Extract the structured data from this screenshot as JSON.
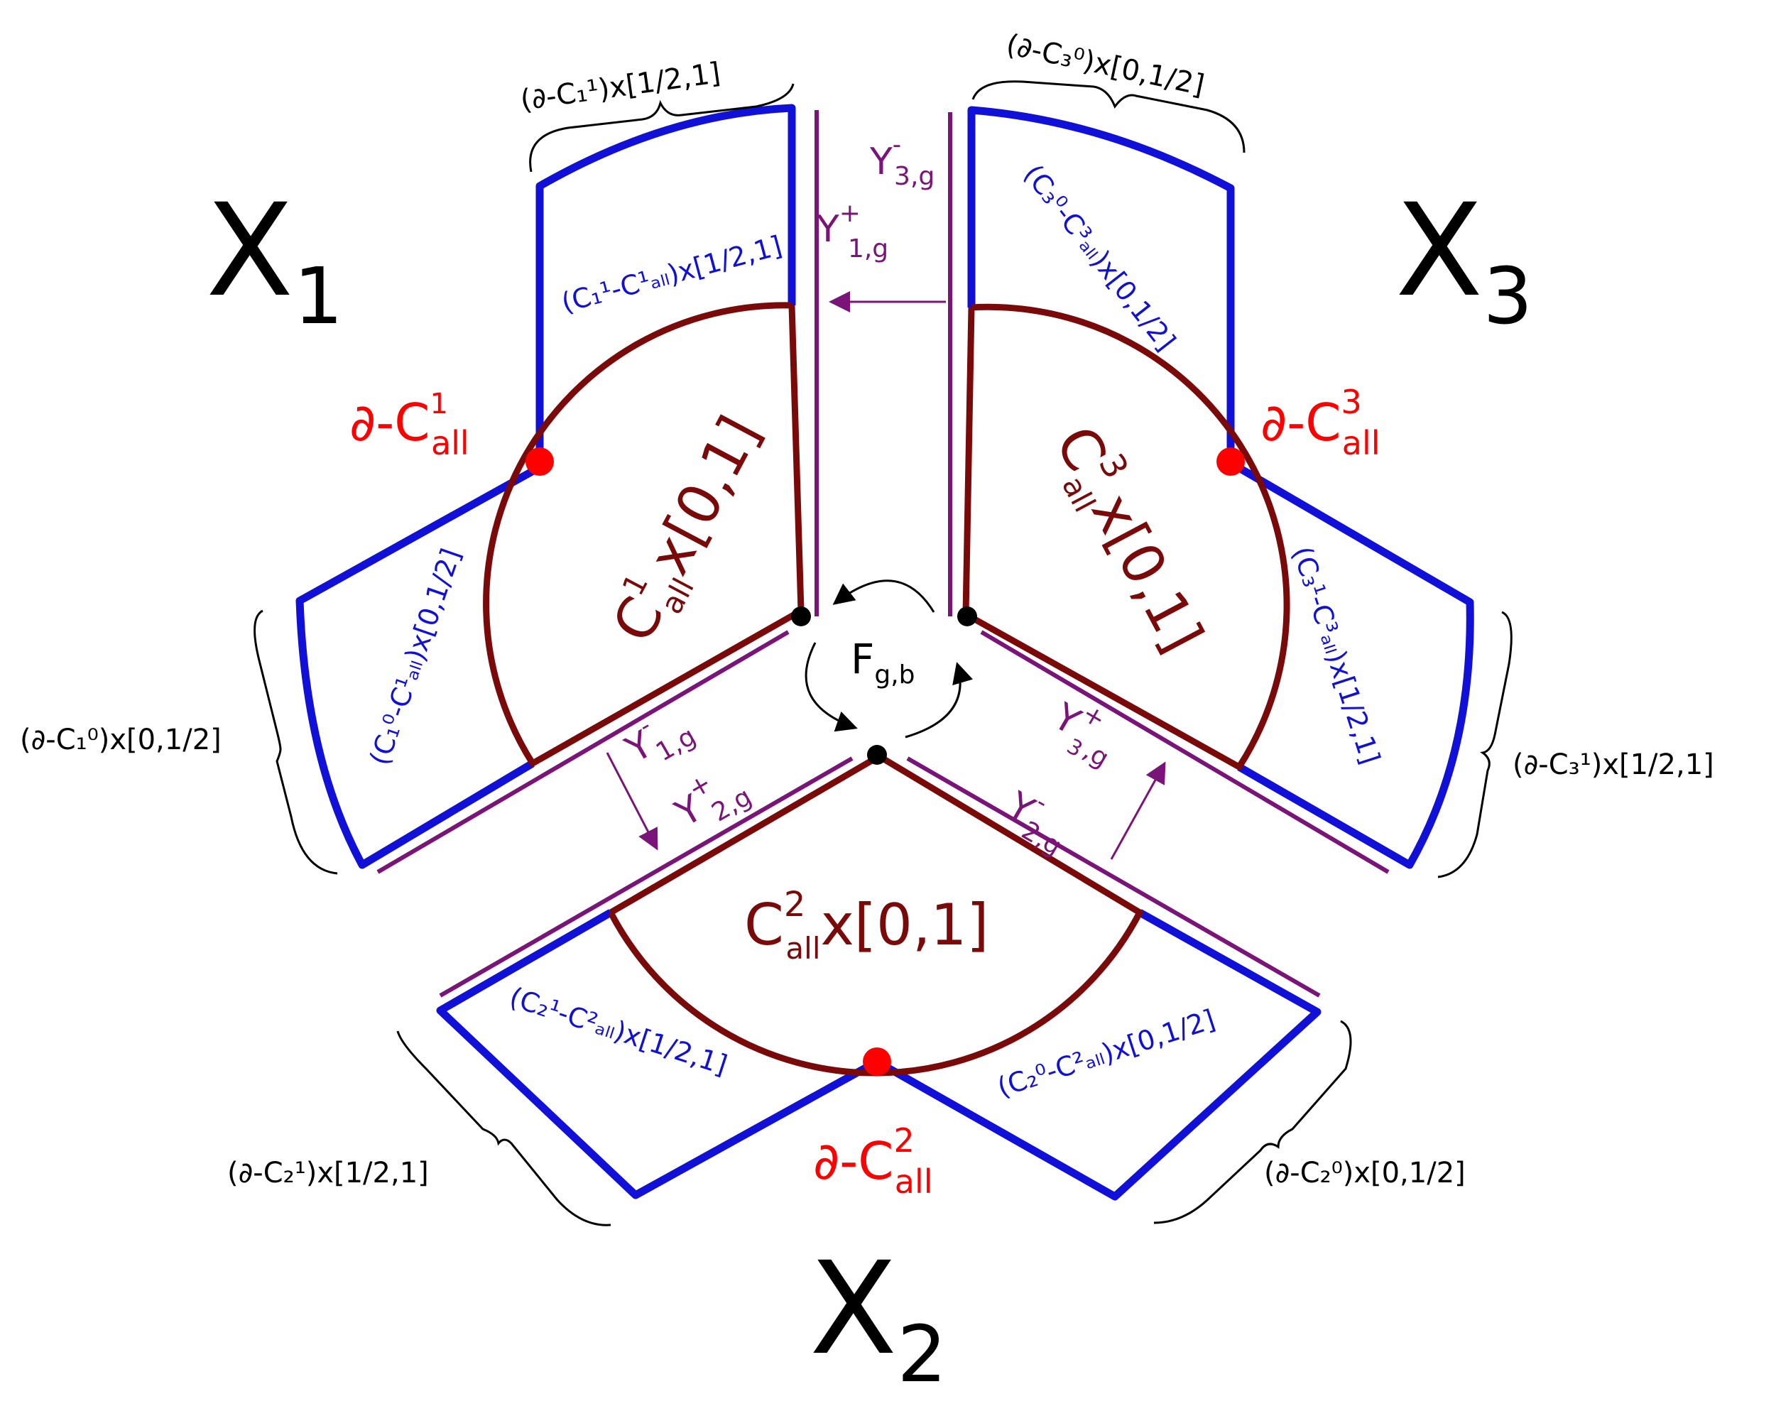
{
  "regions": {
    "x1": {
      "main": "X",
      "sub": "1"
    },
    "x2": {
      "main": "X",
      "sub": "2"
    },
    "x3": {
      "main": "X",
      "sub": "3"
    }
  },
  "cylinders": {
    "c1": "C",
    "c1_sup": "1",
    "c1_sub": "all",
    "c1_rest": "x[0,1]",
    "c2": "C",
    "c2_sup": "2",
    "c2_sub": "all",
    "c2_rest": "x[0,1]",
    "c3": "C",
    "c3_sup": "3",
    "c3_sub": "all",
    "c3_rest": "x[0,1]"
  },
  "boundary_points": {
    "p1": "∂-C",
    "p1_sup": "1",
    "p1_sub": "all",
    "p2": "∂-C",
    "p2_sup": "2",
    "p2_sub": "all",
    "p3": "∂-C",
    "p3_sup": "3",
    "p3_sub": "all"
  },
  "center": {
    "label": "F",
    "sub": "g,b"
  },
  "y_labels": {
    "y3m": "Y",
    "y3m_sup": "-",
    "y3m_sub": "3,g",
    "y1p": "Y",
    "y1p_sup": "+",
    "y1p_sub": "1,g",
    "y1m": "Y",
    "y1m_sup": "-",
    "y1m_sub": "1,g",
    "y2p": "Y",
    "y2p_sup": "+",
    "y2p_sub": "2,g",
    "y2m": "Y",
    "y2m_sup": "-",
    "y2m_sub": "2,g",
    "y3p": "Y",
    "y3p_sup": "+",
    "y3p_sub": ",g",
    "y3p_sup_sub": "3"
  },
  "blue_labels": {
    "b1top": "(C₁¹-C¹ₐₗₗ)x[1/2,1]",
    "b1left": "(C₁⁰-C¹ₐₗₗ)x[0,1/2]",
    "b3top": "(C₃⁰-C³ₐₗₗ)x[0,1/2]",
    "b3right": "(C₃¹-C³ₐₗₗ)x[1/2,1]",
    "b2left": "(C₂¹-C²ₐₗₗ)x[1/2,1]",
    "b2right": "(C₂⁰-C²ₐₗₗ)x[0,1/2]"
  },
  "brace_labels": {
    "t1": "(∂-C₁¹)x[1/2,1]",
    "t3": "(∂-C₃⁰)x[0,1/2]",
    "l1": "(∂-C₁⁰)x[0,1/2]",
    "r3": "(∂-C₃¹)x[1/2,1]",
    "b2l": "(∂-C₂¹)x[1/2,1]",
    "b2r": "(∂-C₂⁰)x[0,1/2]"
  },
  "colors": {
    "blue": "#1010d8",
    "maroon": "#7a0a0a",
    "purple": "#7a1478",
    "red": "#ff0000"
  }
}
